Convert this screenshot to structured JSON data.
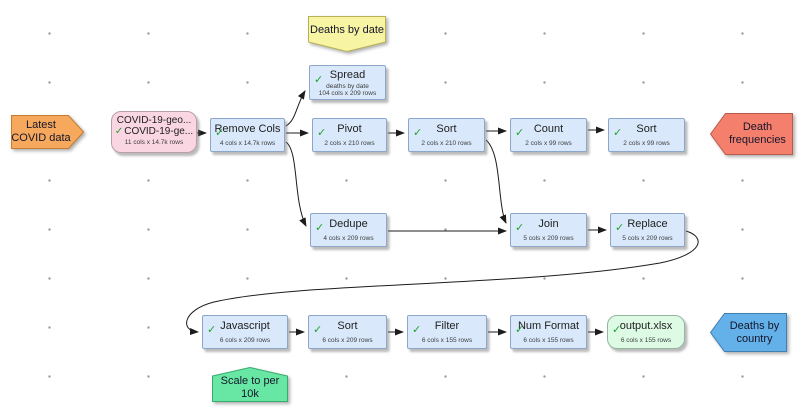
{
  "ui": {
    "checkmark": "✓"
  },
  "input_marker": {
    "label": "Latest COVID data"
  },
  "output_markers": [
    {
      "label": "Death frequencies"
    },
    {
      "label": "Deaths by country"
    }
  ],
  "notes": [
    {
      "label": "Deaths by date"
    },
    {
      "label": "Scale to per 10k"
    }
  ],
  "nodes": {
    "source": {
      "line1": "COVID-19-geo...",
      "line2": "COVID-19-ge...",
      "stats": "11 cols x 14.7k rows"
    },
    "remove_cols": {
      "label": "Remove Cols",
      "stats": "4 cols x 14.7k rows"
    },
    "spread": {
      "label": "Spread",
      "name_note": "deaths by date",
      "stats": "104 cols x 209 rows"
    },
    "pivot": {
      "label": "Pivot",
      "stats": "2 cols x 210 rows"
    },
    "sort1": {
      "label": "Sort",
      "stats": "2 cols x 210 rows"
    },
    "count": {
      "label": "Count",
      "stats": "2 cols x 99 rows"
    },
    "sort2": {
      "label": "Sort",
      "stats": "2 cols x 99 rows"
    },
    "dedupe": {
      "label": "Dedupe",
      "stats": "4 cols x 209 rows"
    },
    "join": {
      "label": "Join",
      "stats": "5 cols x 209 rows"
    },
    "replace": {
      "label": "Replace",
      "stats": "5 cols x 209 rows"
    },
    "javascript": {
      "label": "Javascript",
      "stats": "6 cols x 209 rows"
    },
    "sort3": {
      "label": "Sort",
      "stats": "6 cols x 209 rows"
    },
    "filter": {
      "label": "Filter",
      "stats": "6 cols x 155 rows"
    },
    "num_format": {
      "label": "Num Format",
      "stats": "6 cols x 155 rows"
    },
    "output": {
      "label": "output.xlsx",
      "stats": "6 cols x 155 rows"
    }
  },
  "colors": {
    "node_fill": "#d9e9fb",
    "node_border": "#8ca7c9",
    "source_fill": "#f9d6e2",
    "source_border": "#b99fab",
    "output_fill": "#ddfbe4",
    "output_border": "#96b6a0",
    "input_marker_fill": "#f6a95c",
    "input_marker_border": "#c27c34",
    "freq_marker_fill": "#f47f6d",
    "freq_marker_border": "#bb5b4c",
    "country_marker_fill": "#63b1e8",
    "country_marker_border": "#3e7fb4",
    "note_yellow_fill": "#f7f5a3",
    "note_yellow_border": "#b9b254",
    "note_green_fill": "#68e7a4",
    "note_green_border": "#3aa96e",
    "check": "#21a32e",
    "edge": "#1c1c1c",
    "text": "#1e1e1e",
    "stats_text": "#3c3c3c",
    "grid_dot": "#9c9c9c"
  }
}
